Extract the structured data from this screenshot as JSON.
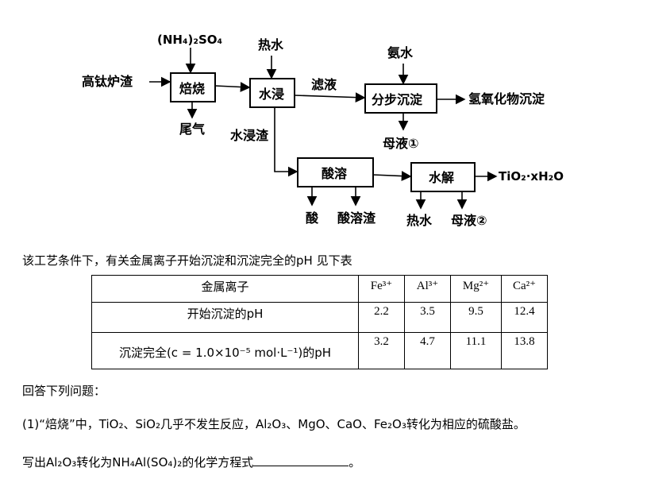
{
  "flow": {
    "feed": "高钛炉渣",
    "reagent_top": "(NH₄)₂SO₄",
    "hot_water": "热水",
    "ammonia": "氨水",
    "box_roast": "焙烧",
    "box_leach": "水浸",
    "box_precip": "分步沉淀",
    "box_acid": "酸溶",
    "box_hydro": "水解",
    "filtrate": "滤液",
    "hydroxide": "氢氧化物沉淀",
    "tail_gas": "尾气",
    "leach_residue": "水浸渣",
    "mother1": "母液①",
    "acid": "酸",
    "acid_residue": "酸溶渣",
    "hot_water2": "热水",
    "mother2": "母液②",
    "product": "TiO₂·xH₂O"
  },
  "intro": "该工艺条件下，有关金属离子开始沉淀和沉淀完全的pH 见下表",
  "table": {
    "header_label": "金属离子",
    "ions": [
      "Fe³⁺",
      "Al³⁺",
      "Mg²⁺",
      "Ca²⁺"
    ],
    "row1_label": "开始沉淀的pH",
    "row1_values": [
      "2.2",
      "3.5",
      "9.5",
      "12.4"
    ],
    "row2_label": "沉淀完全(c = 1.0×10⁻⁵ mol·L⁻¹)的pH",
    "row2_values": [
      "3.2",
      "4.7",
      "11.1",
      "13.8"
    ]
  },
  "answer_prompt": "回答下列问题：",
  "q1": "(1)“焙烧”中，TiO₂、SiO₂几乎不发生反应，Al₂O₃、MgO、CaO、Fe₂O₃转化为相应的硫酸盐。",
  "q1b_prefix": "写出Al₂O₃转化为NH₄Al(SO₄)₂的化学方程式",
  "q1b_suffix": "。"
}
